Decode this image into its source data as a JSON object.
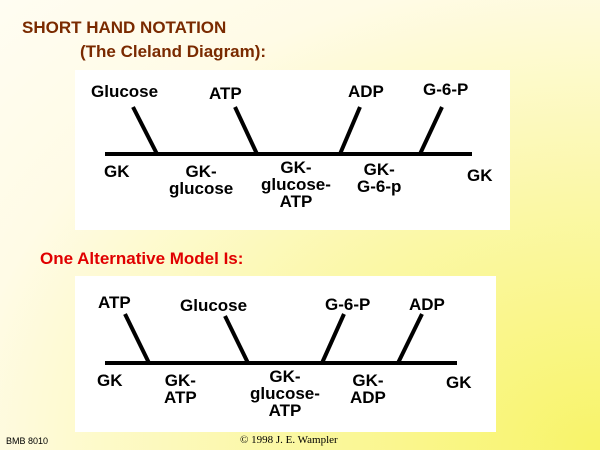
{
  "header": {
    "title_line1": "SHORT HAND NOTATION",
    "title_line2": "(The Cleland Diagram):"
  },
  "diagram1": {
    "substrates_products": [
      "Glucose",
      "ATP",
      "ADP",
      "G-6-P"
    ],
    "enzyme_forms": [
      [
        "GK"
      ],
      [
        "GK-",
        "glucose"
      ],
      [
        "GK-",
        "glucose-",
        "ATP"
      ],
      [
        "GK-",
        "G-6-p"
      ],
      [
        "GK"
      ]
    ]
  },
  "alternative_title": "One Alternative Model Is:",
  "diagram2": {
    "substrates_products": [
      "ATP",
      "Glucose",
      "G-6-P",
      "ADP"
    ],
    "enzyme_forms": [
      [
        "GK"
      ],
      [
        "GK-",
        "ATP"
      ],
      [
        "GK-",
        "glucose-",
        "ATP"
      ],
      [
        "GK-",
        "ADP"
      ],
      [
        "GK"
      ]
    ]
  },
  "footer": {
    "course": "BMB 8010",
    "copyright": "© 1998 J. E. Wampler"
  }
}
